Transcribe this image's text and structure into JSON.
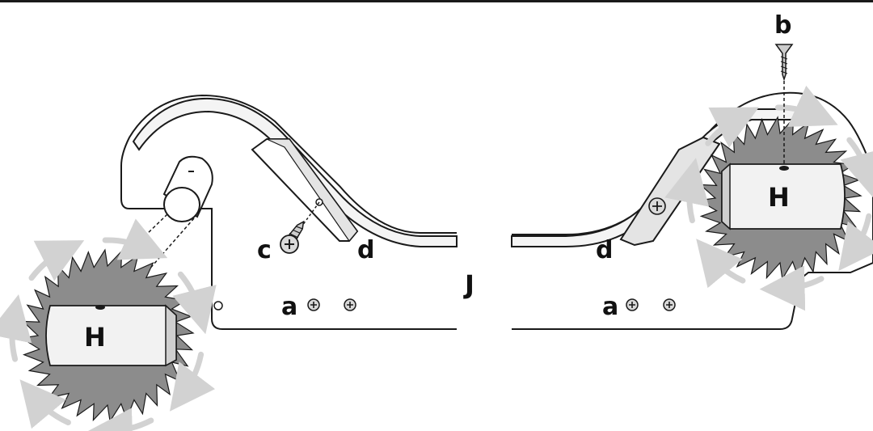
{
  "labels": {
    "b": "b",
    "c": "c",
    "d_left": "d",
    "d_right": "d",
    "a_left": "a",
    "a_right": "a",
    "j": "J",
    "h_left": "H",
    "h_right": "H"
  },
  "colors": {
    "line": "#1a1a1a",
    "gear": "#8c8c8c",
    "hub": "#f2f2f2",
    "hub_shade": "#cfcfcf",
    "arrow": "#d2d2d2",
    "strap": "#f4f4f4",
    "paper": "#ffffff"
  },
  "icons": [
    "screw-icon",
    "phillips-screw-head-icon",
    "rotation-arrow-icon",
    "saw-gear-icon"
  ]
}
